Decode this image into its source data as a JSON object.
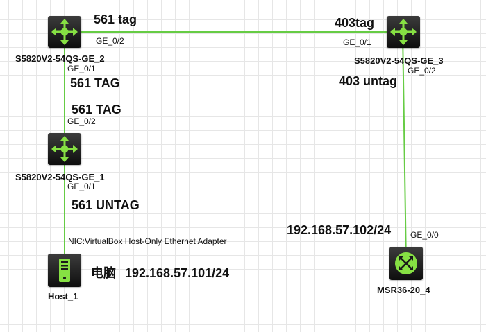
{
  "colors": {
    "link": "#66cc44",
    "icon_accent": "#86e043",
    "icon_body": "#1a1a1a",
    "grid": "#e6e6e6"
  },
  "devices": {
    "sw2": {
      "name": "S5820V2-54QS-GE_2",
      "icon": "switch-icon"
    },
    "sw3": {
      "name": "S5820V2-54QS-GE_3",
      "icon": "switch-icon"
    },
    "sw1": {
      "name": "S5820V2-54QS-GE_1",
      "icon": "switch-icon"
    },
    "host": {
      "name": "Host_1",
      "icon": "host-pc-icon"
    },
    "router": {
      "name": "MSR36-20_4",
      "icon": "router-icon"
    }
  },
  "ports": {
    "sw2_ge02": "GE_0/2",
    "sw2_ge01": "GE_0/1",
    "sw3_ge01": "GE_0/1",
    "sw3_ge02": "GE_0/2",
    "sw1_ge02": "GE_0/2",
    "sw1_ge01": "GE_0/1",
    "router_ge00": "GE_0/0"
  },
  "annotations": {
    "tag_561_top": "561 tag",
    "tag_403_top": "403tag",
    "tag_561_sw2": "561 TAG",
    "tag_561_sw1": "561 TAG",
    "untag_403": "403 untag",
    "untag_561": "561 UNTAG",
    "router_ip": "192.168.57.102/24",
    "host_nic": "NIC:VirtualBox Host-Only Ethernet Adapter",
    "host_label": "电脑",
    "host_ip": "192.168.57.101/24"
  }
}
